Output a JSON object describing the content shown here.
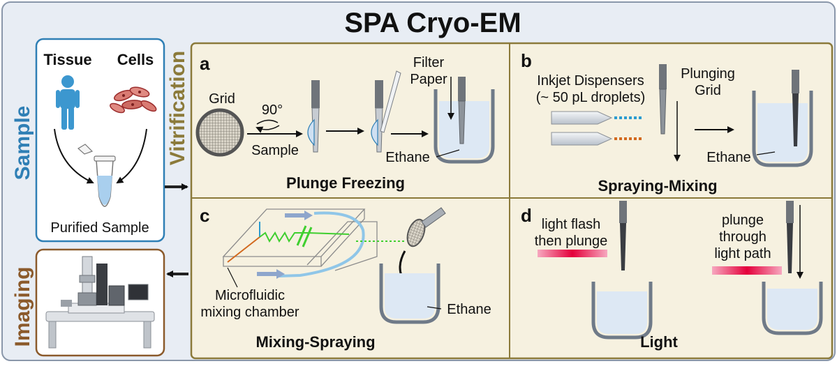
{
  "title": "SPA Cryo-EM",
  "colors": {
    "outer_bg": "#e8edf4",
    "outer_border": "#8a97aa",
    "sample_blue": "#2f7fb5",
    "vitri_border": "#8b7a3a",
    "vitri_bg": "#f6f1e0",
    "imaging_brown": "#8b5a2b",
    "liquid": "#dde8f4"
  },
  "sections": {
    "sample": "Sample",
    "vitrification": "Vitrification",
    "imaging": "Imaging"
  },
  "sample_box": {
    "tissue": "Tissue",
    "cells": "Cells",
    "purified": "Purified Sample"
  },
  "panel_a": {
    "letter": "a",
    "grid": "Grid",
    "rotation": "90°",
    "sample": "Sample",
    "filter_1": "Filter",
    "filter_2": "Paper",
    "ethane": "Ethane",
    "caption": "Plunge Freezing"
  },
  "panel_b": {
    "letter": "b",
    "dispensers_1": "Inkjet Dispensers",
    "dispensers_2": "(~ 50 pL droplets)",
    "plunging_1": "Plunging",
    "plunging_2": "Grid",
    "ethane": "Ethane",
    "caption": "Spraying-Mixing"
  },
  "panel_c": {
    "letter": "c",
    "chamber_1": "Microfluidic",
    "chamber_2": "mixing chamber",
    "ethane": "Ethane",
    "caption": "Mixing-Spraying"
  },
  "panel_d": {
    "letter": "d",
    "flash_1": "light flash",
    "flash_2": "then plunge",
    "through_1": "plunge",
    "through_2": "through",
    "through_3": "light path",
    "caption": "Light"
  }
}
